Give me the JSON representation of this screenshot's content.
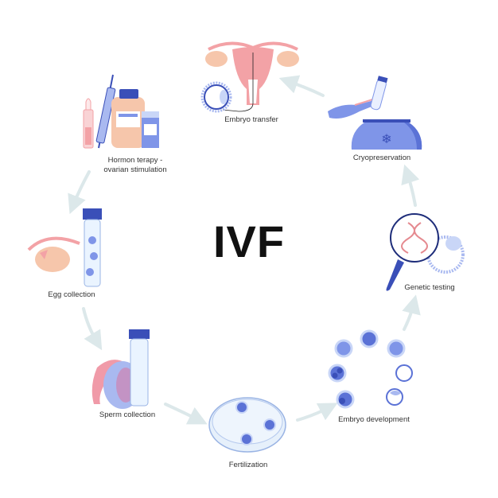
{
  "title": "IVF",
  "colors": {
    "arrow": "#dce8ea",
    "blue_dark": "#3a4fb8",
    "blue_mid": "#7f95e8",
    "blue_light": "#c9d6f7",
    "pink": "#f3a2a6",
    "peach": "#f6c6ab",
    "text": "#333333"
  },
  "steps": [
    {
      "id": "hormone-therapy",
      "label_line1": "Hormon terapy -",
      "label_line2": "ovarian stimulation",
      "icon": "medicine-syringe-icon"
    },
    {
      "id": "egg-collection",
      "label_line1": "Egg collection",
      "icon": "ovary-test-tube-icon"
    },
    {
      "id": "sperm-collection",
      "label_line1": "Sperm collection",
      "icon": "testis-test-tube-icon"
    },
    {
      "id": "fertilization",
      "label_line1": "Fertilization",
      "icon": "petri-dish-icon"
    },
    {
      "id": "embryo-development",
      "label_line1": "Embryo development",
      "icon": "cell-division-icon"
    },
    {
      "id": "genetic-testing",
      "label_line1": "Genetic testing",
      "icon": "magnifier-dna-icon"
    },
    {
      "id": "cryopreservation",
      "label_line1": "Cryopreservation",
      "icon": "cryo-tank-icon"
    },
    {
      "id": "embryo-transfer",
      "label_line1": "Embryo transfer",
      "icon": "uterus-icon"
    }
  ]
}
